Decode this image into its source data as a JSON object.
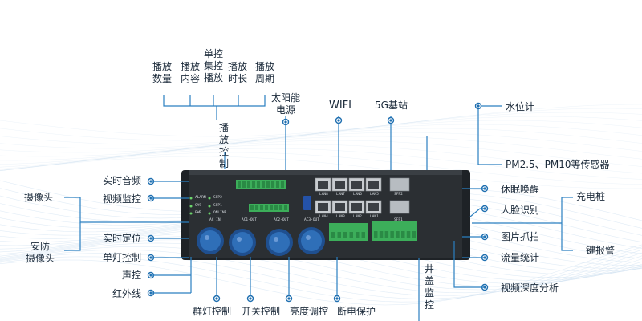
{
  "colors": {
    "line": "#2a7fc0",
    "dot": "#1f6fb0",
    "device_body": "#2b2f33",
    "port_blue": "#2f6fb8",
    "terminal_green": "#3cae5a",
    "wave": "#c9dcee"
  },
  "top_labels": [
    {
      "id": "play-count",
      "lines": [
        "播放",
        "数量"
      ]
    },
    {
      "id": "play-content",
      "lines": [
        "播放",
        "内容"
      ]
    },
    {
      "id": "single-cluster-play",
      "lines": [
        "单控",
        "集控",
        "播放"
      ]
    },
    {
      "id": "play-duration",
      "lines": [
        "播放",
        "时长"
      ]
    },
    {
      "id": "play-period",
      "lines": [
        "播放",
        "周期"
      ]
    },
    {
      "id": "solar-power",
      "lines": [
        "太阳能",
        "电源"
      ]
    },
    {
      "id": "wifi",
      "lines": [
        "WIFI"
      ]
    },
    {
      "id": "5g-base-station",
      "lines": [
        "5G基站"
      ]
    }
  ],
  "play_control_vertical": "播放控制",
  "well_monitor_vertical": "井盖监控",
  "left_labels": [
    {
      "id": "realtime-audio",
      "text": "实时音频"
    },
    {
      "id": "video-monitor",
      "text": "视频监控"
    },
    {
      "id": "realtime-location",
      "text": "实时定位"
    },
    {
      "id": "single-light-control",
      "text": "单灯控制"
    },
    {
      "id": "sound-control",
      "text": "声控"
    },
    {
      "id": "infrared",
      "text": "红外线"
    }
  ],
  "left_group_labels": [
    {
      "id": "camera",
      "text": "摄像头"
    },
    {
      "id": "security-camera",
      "lines": [
        "安防",
        "摄像头"
      ]
    }
  ],
  "right_labels": [
    {
      "id": "water-level",
      "text": "水位计"
    },
    {
      "id": "pm-sensor",
      "text": "PM2.5、PM10等传感器"
    },
    {
      "id": "sleep-wake",
      "text": "休眠唤醒"
    },
    {
      "id": "face-recognition",
      "text": "人脸识别"
    },
    {
      "id": "image-capture",
      "text": "图片抓拍"
    },
    {
      "id": "traffic-stats",
      "text": "流量统计"
    },
    {
      "id": "video-depth",
      "text": "视频深度分析"
    }
  ],
  "right_group_labels": [
    {
      "id": "charging-pile",
      "text": "充电桩"
    },
    {
      "id": "one-key-alarm",
      "text": "一键报警"
    }
  ],
  "bottom_labels": [
    {
      "id": "group-light-control",
      "text": "群灯控制"
    },
    {
      "id": "switch-control",
      "text": "开关控制"
    },
    {
      "id": "brightness-adjust",
      "text": "亮度调控"
    },
    {
      "id": "power-off-protect",
      "text": "断电保护"
    }
  ],
  "device": {
    "lan_top": [
      "LAN8",
      "LAN7",
      "LAN6",
      "LAN5"
    ],
    "lan_bottom": [
      "LAN4",
      "LAN3",
      "LAN2",
      "LAN1"
    ],
    "sfp_top": "SFP2",
    "sfp_bottom": "SFP1",
    "status": [
      "ALARM",
      "SYS",
      "PWR"
    ],
    "status2": [
      "SFP2",
      "SFP1",
      "ONLINE"
    ],
    "ports": [
      "AC IN",
      "AC1-OUT",
      "AC2-OUT",
      "AC3-OUT"
    ]
  }
}
